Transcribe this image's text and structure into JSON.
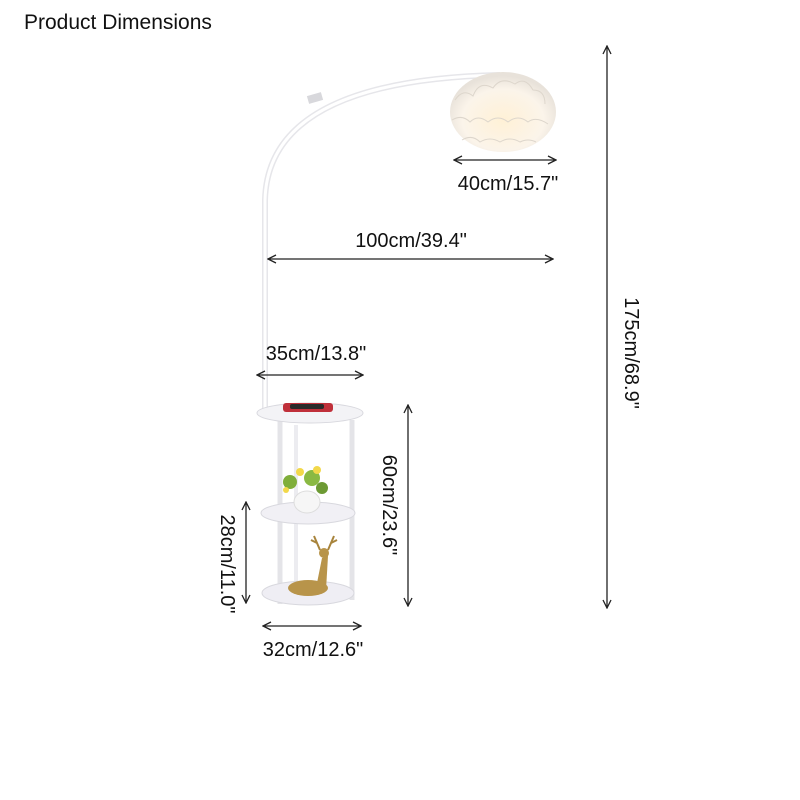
{
  "title": "Product Dimensions",
  "dimensions": {
    "shade_width": "40cm/15.7\"",
    "arm_reach": "100cm/39.4\"",
    "total_height": "175cm/68.9\"",
    "top_shelf_width": "35cm/13.8\"",
    "table_height": "60cm/23.6\"",
    "shelf_gap": "28cm/11.0\"",
    "base_width": "32cm/12.6\""
  },
  "colors": {
    "arrow": "#222222",
    "lamp": "#f4f4f6",
    "shade": "#fff7ea",
    "phone": "#c0303a",
    "deer": "#b8944a"
  }
}
